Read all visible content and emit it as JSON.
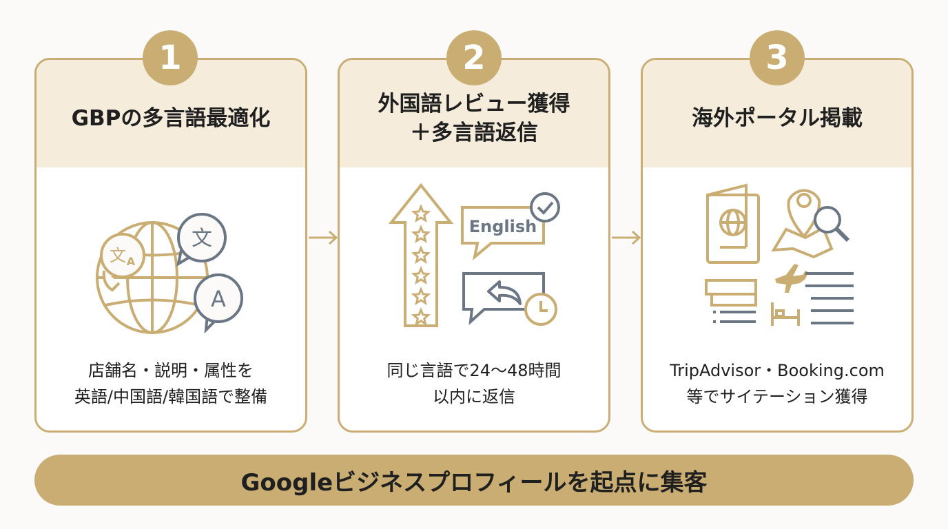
{
  "steps": [
    {
      "number": "1",
      "title": "GBPの多言語最適化",
      "description": "店舗名・説明・属性を\n英語/中国語/韓国語で整備",
      "icons": [
        "globe-icon",
        "translate-bubble-icon",
        "language-bubbles-icon"
      ]
    },
    {
      "number": "2",
      "title": "外国語レビュー獲得\n＋多言語返信",
      "description": "同じ言語で24〜48時間\n以内に返信",
      "illustration_text": "English",
      "icons": [
        "star-arrow-icon",
        "checkmark-icon",
        "reply-icon",
        "clock-icon"
      ]
    },
    {
      "number": "3",
      "title": "海外ポータル掲載",
      "description": "TripAdvisor・Booking.com\n等でサイテーション獲得",
      "icons": [
        "passport-icon",
        "map-pin-icon",
        "magnifier-icon",
        "airplane-icon",
        "bed-icon",
        "listing-lines-icon"
      ]
    }
  ],
  "banner": {
    "text": "Googleビジネスプロフィールを起点に集客"
  },
  "colors": {
    "gold": "#c9ad73",
    "cream": "#f5ecdb",
    "slate": "#6b7685",
    "text": "#1f1f1f"
  }
}
